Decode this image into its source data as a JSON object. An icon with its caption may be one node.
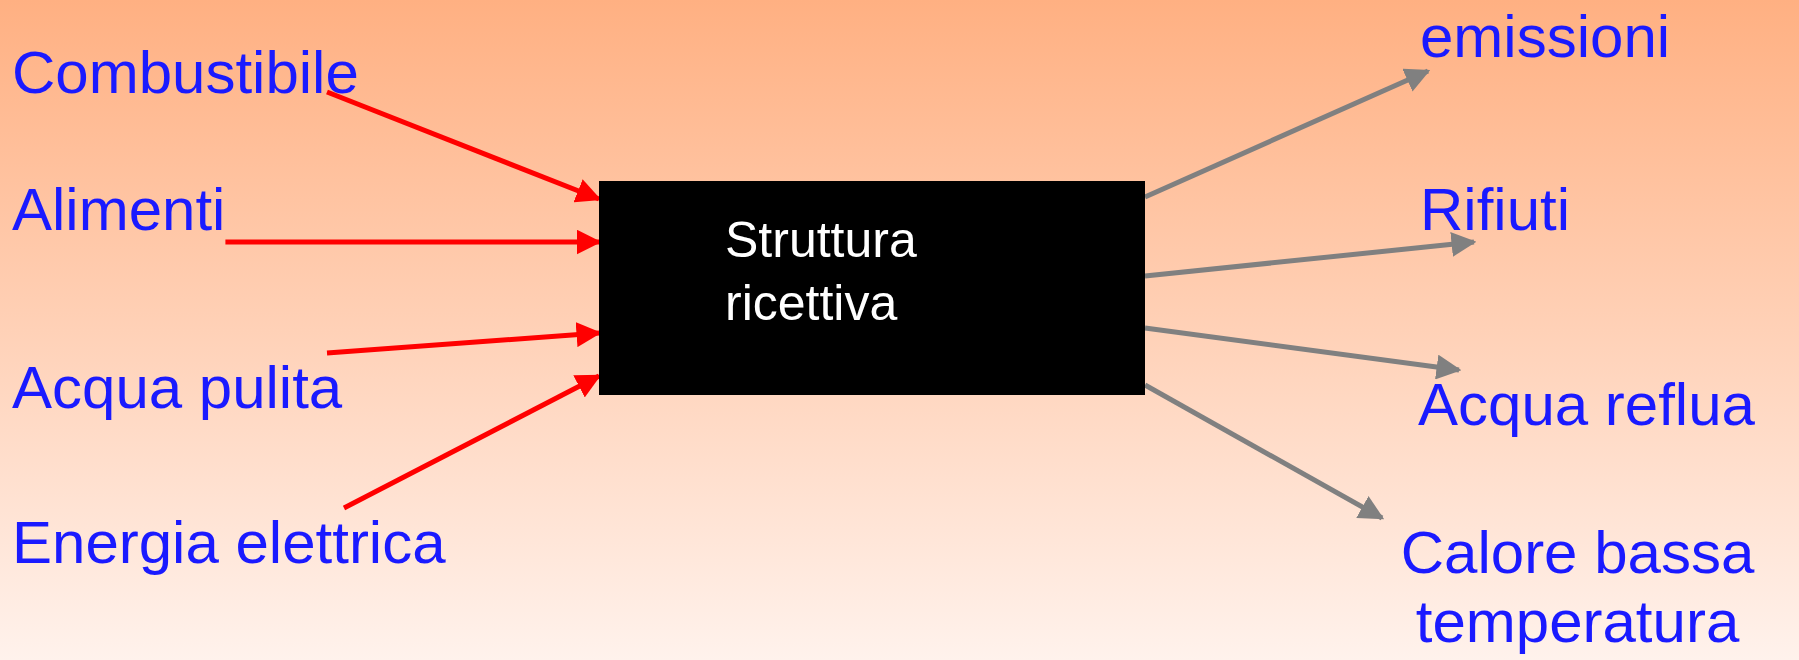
{
  "diagram": {
    "nodes": [
      {
        "text": [
          "Combustibile"
        ]
      },
      {
        "text": [
          "Alimenti"
        ]
      },
      {
        "text": [
          "Acqua pulita"
        ]
      },
      {
        "text": [
          "Energia elettrica"
        ]
      },
      {
        "text": [
          "Struttura ricettiva"
        ]
      },
      {
        "text": [
          "emissioni"
        ]
      },
      {
        "text": [
          "Rifiuti"
        ]
      },
      {
        "text": [
          "Acqua reflua"
        ]
      },
      {
        "text": [
          "Calore bassa temperatura"
        ]
      }
    ],
    "edges": [
      {
        "from": 0,
        "to": 4,
        "arrow": "to",
        "color": "#ff0000"
      },
      {
        "from": 1,
        "to": 4,
        "arrow": "to",
        "color": "#ff0000"
      },
      {
        "from": 2,
        "to": 4,
        "arrow": "to",
        "color": "#ff0000"
      },
      {
        "from": 3,
        "to": 4,
        "arrow": "to",
        "color": "#ff0000"
      },
      {
        "from": 4,
        "to": 5,
        "arrow": "to",
        "color": "#808080"
      },
      {
        "from": 4,
        "to": 6,
        "arrow": "to",
        "color": "#808080"
      },
      {
        "from": 4,
        "to": 7,
        "arrow": "to",
        "color": "#808080"
      },
      {
        "from": 4,
        "to": 8,
        "arrow": "to",
        "color": "#808080"
      }
    ]
  }
}
